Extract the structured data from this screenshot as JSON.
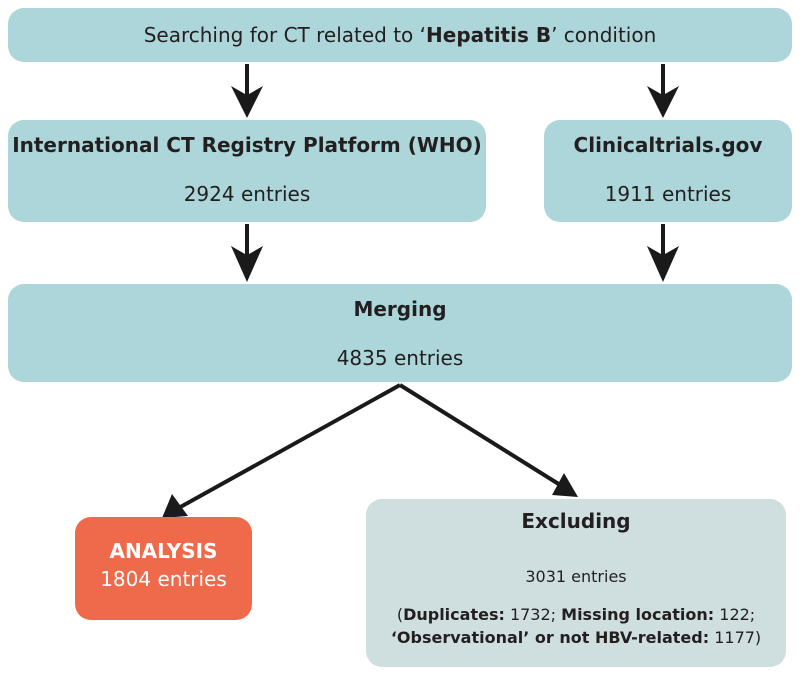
{
  "search": {
    "prefix": "Searching for CT related to ‘",
    "term": "Hepatitis B",
    "suffix": "’ condition"
  },
  "who": {
    "title": "International CT Registry Platform (WHO)",
    "count": "2924 entries"
  },
  "ctgov": {
    "title": "Clinicaltrials.gov",
    "count": "1911 entries"
  },
  "merging": {
    "title": "Merging",
    "count": "4835 entries"
  },
  "analysis": {
    "title": "ANALYSIS",
    "count": "1804 entries"
  },
  "excluding": {
    "title": "Excluding",
    "count": "3031 entries",
    "open": "(",
    "dup_label": "Duplicates:",
    "dup_value": " 1732; ",
    "loc_label": "Missing location:",
    "loc_value": " 122;",
    "obs_label": "‘Observational’ or not HBV-related:",
    "obs_value": " 1177)"
  },
  "colors": {
    "teal": "#acd6d9",
    "analysis": "#ee6a4b",
    "excluding": "#cfdfdf",
    "arrow": "#1a1a1a"
  }
}
